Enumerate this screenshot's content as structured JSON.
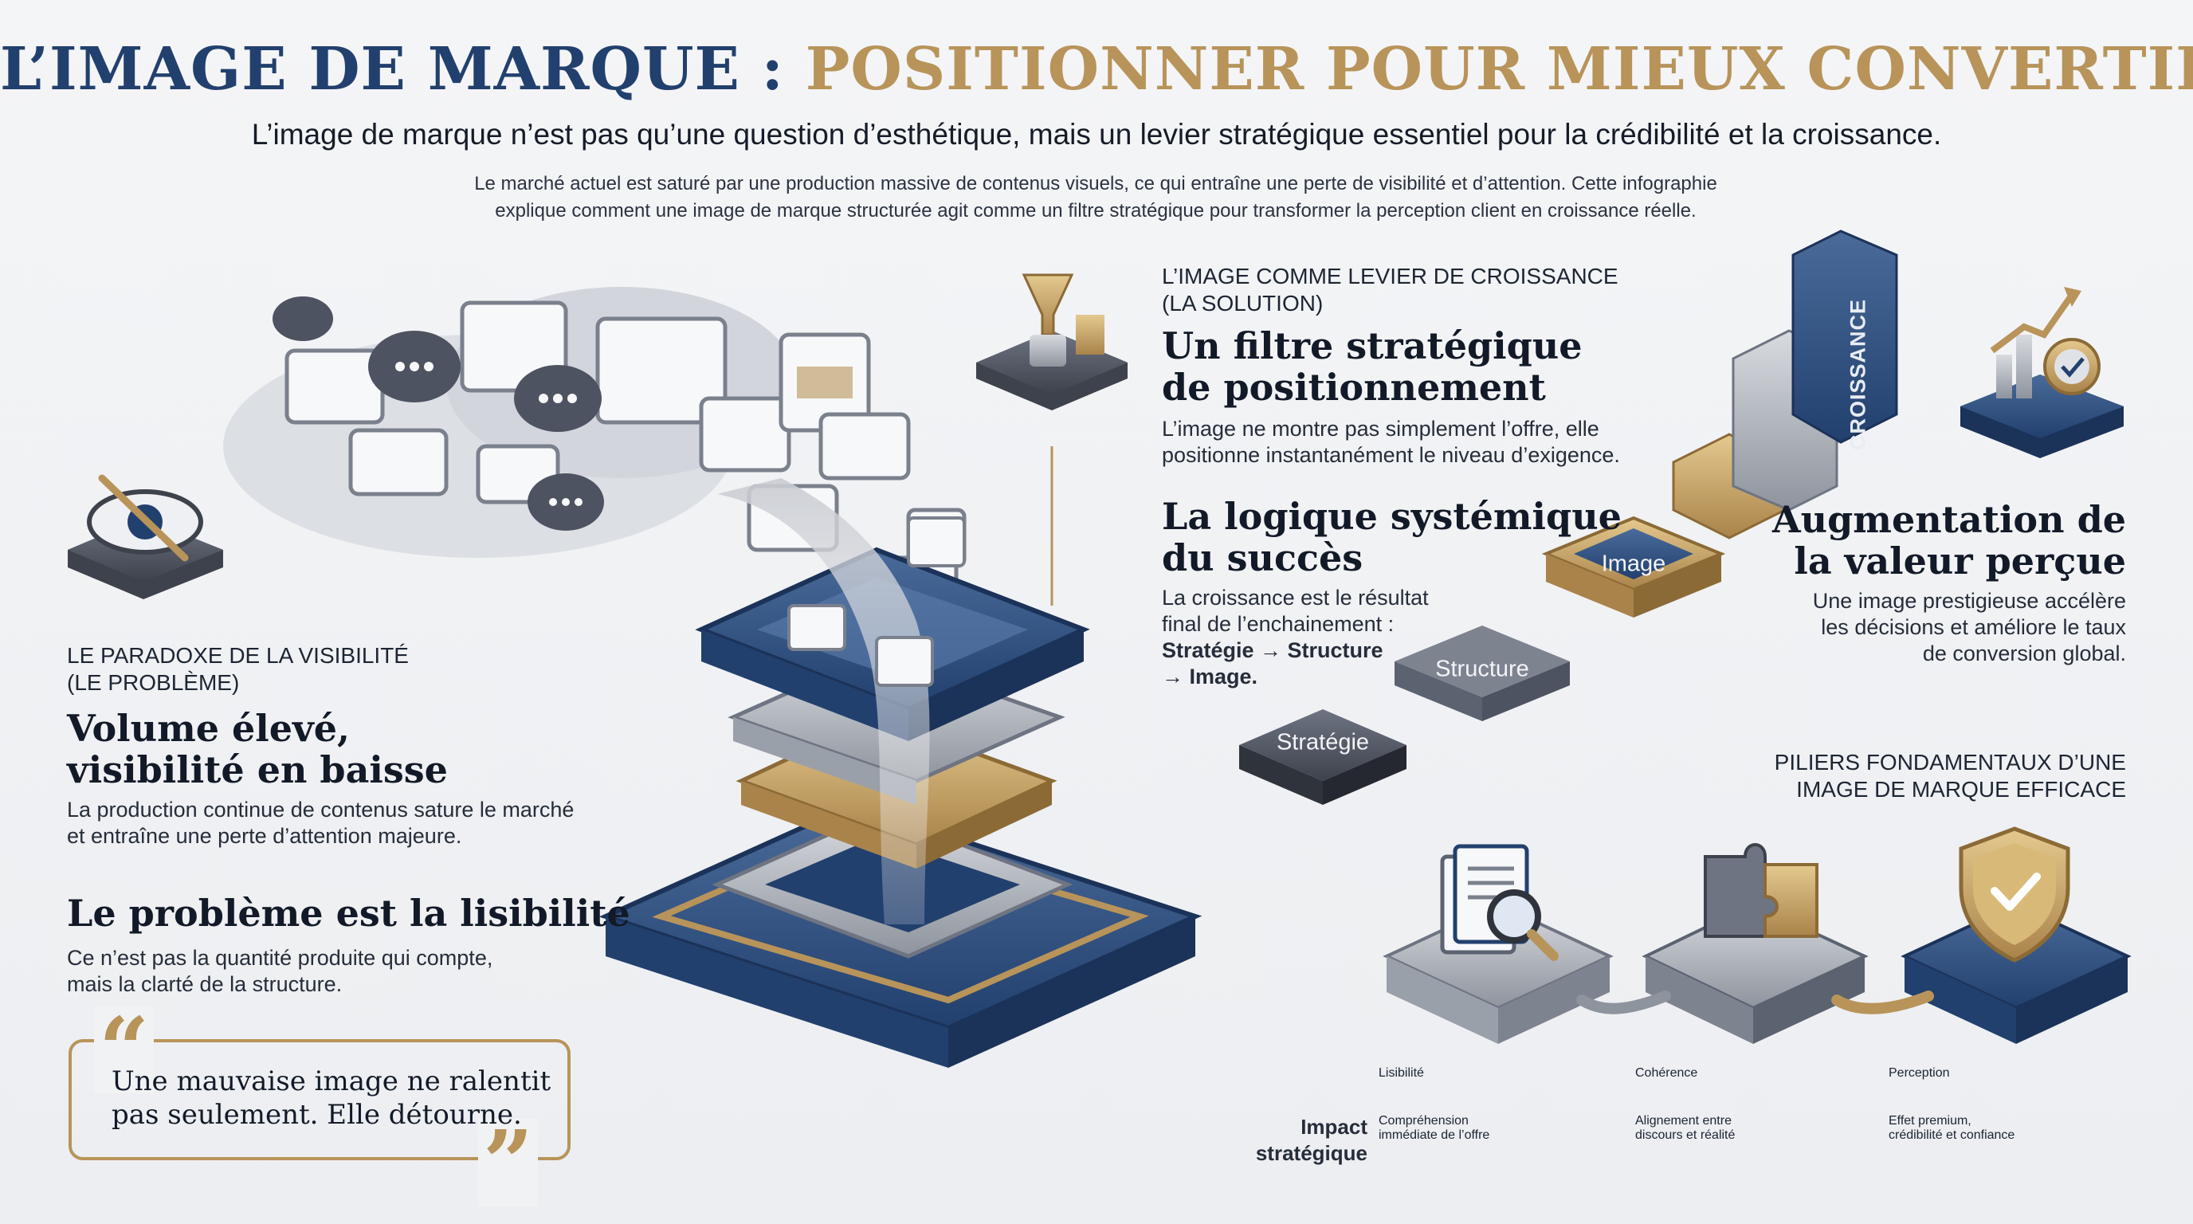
{
  "header": {
    "title_part1": "L’IMAGE DE MARQUE :",
    "title_part2": "POSITIONNER POUR MIEUX CONVERTIR",
    "subtitle": "L’image de marque n’est pas qu’une question d’esthétique, mais un levier stratégique essentiel pour la crédibilité et la croissance.",
    "intro_line1": "Le marché actuel est saturé par une production massive de contenus visuels, ce qui entraîne une perte de visibilité et d’attention. Cette infographie",
    "intro_line2": "explique comment une image de marque structurée agit comme un filtre stratégique pour transformer la perception client en croissance réelle."
  },
  "problem": {
    "label_line1": "LE PARADOXE DE LA VISIBILITÉ",
    "label_line2": "(LE PROBLÈME)",
    "heading_line1": "Volume élevé,",
    "heading_line2": "visibilité en baisse",
    "text_line1": "La production continue de contenus sature le marché",
    "text_line2": "et entraîne une perte d’attention majeure.",
    "heading2": "Le problème est la lisibilité",
    "text2_line1": "Ce n’est pas la quantité produite qui compte,",
    "text2_line2": "mais la clarté de la structure."
  },
  "quote": {
    "open_mark": "“",
    "close_mark": "”",
    "line1": "Une mauvaise image ne ralentit",
    "line2": "pas seulement. Elle détourne."
  },
  "solution": {
    "label_line1": "L’IMAGE COMME LEVIER DE CROISSANCE",
    "label_line2": "(LA SOLUTION)",
    "heading_line1": "Un filtre stratégique",
    "heading_line2": "de positionnement",
    "text_line1": "L’image ne montre pas simplement l’offre, elle",
    "text_line2": "positionne instantanément le niveau d’exigence."
  },
  "logic": {
    "heading_line1": "La logique systémique",
    "heading_line2": "du succès",
    "text_line1": "La croissance est le résultat",
    "text_line2": "final de l’enchainement :",
    "chain_line1": "Stratégie → Structure",
    "chain_line2": "→ Image.",
    "steps": [
      "Stratégie",
      "Structure",
      "Image"
    ]
  },
  "growth": {
    "bar_label": "CROISSANCE",
    "heading_line1": "Augmentation de",
    "heading_line2": "la valeur perçue",
    "text_line1": "Une image prestigieuse accélère",
    "text_line2": "les décisions et améliore le taux",
    "text_line3": "de conversion global."
  },
  "pillars": {
    "label_line1": "PILIERS FONDAMENTAUX D’UNE",
    "label_line2": "IMAGE DE MARQUE EFFICACE",
    "impact_line1": "Impact",
    "impact_line2": "stratégique",
    "items": [
      {
        "title": "Lisibilité",
        "desc_line1": "Compréhension",
        "desc_line2": "immédiate de l’offre",
        "icon": "document-magnifier-icon"
      },
      {
        "title": "Cohérence",
        "desc_line1": "Alignement entre",
        "desc_line2": "discours et réalité",
        "icon": "puzzle-icon"
      },
      {
        "title": "Perception",
        "desc_line1": "Effet premium,",
        "desc_line2": "crédibilité et confiance",
        "icon": "shield-check-icon"
      }
    ]
  },
  "colors": {
    "navy": "#22406e",
    "gold": "#b8945a",
    "slate": "#5b6270",
    "silver": "#a9aeb6"
  }
}
